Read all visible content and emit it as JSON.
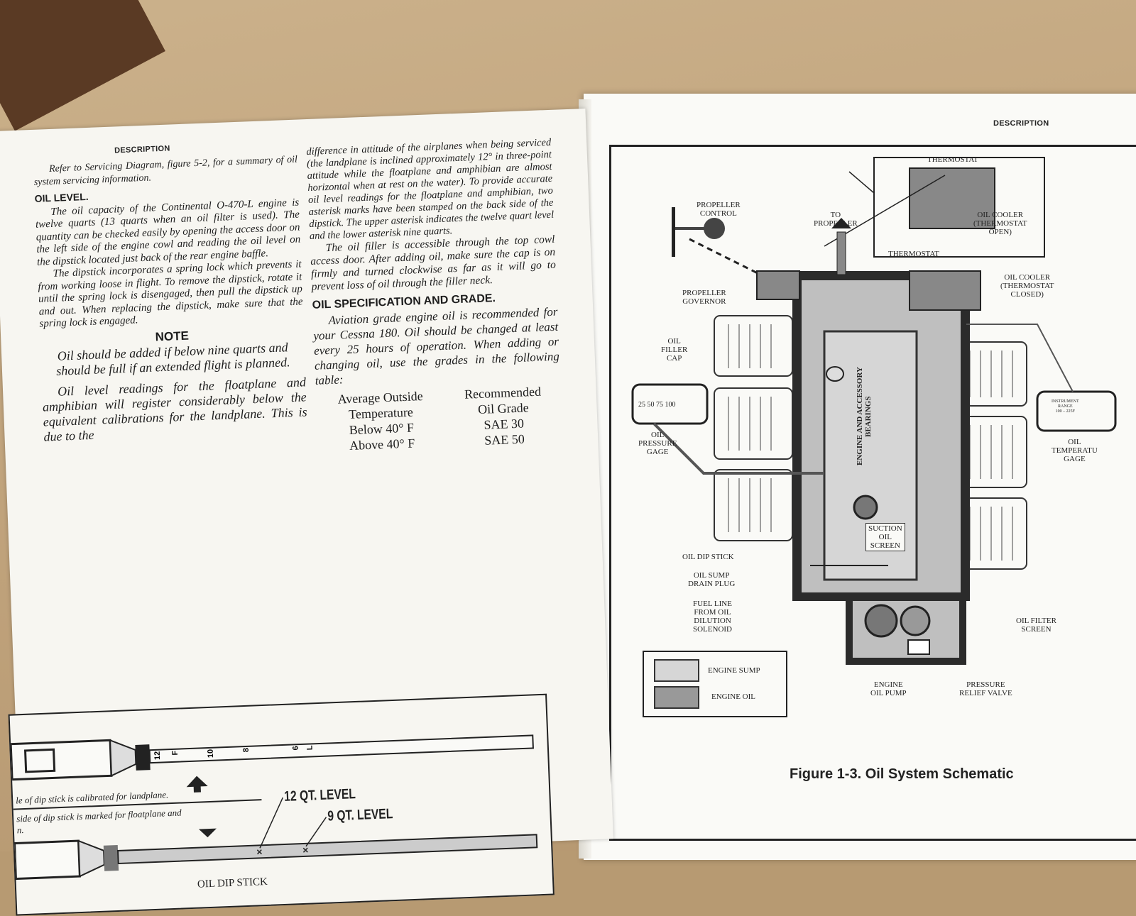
{
  "left_page": {
    "header": "DESCRIPTION",
    "col1": {
      "intro": "Refer to Servicing Diagram, figure 5-2, for a summary of oil system servicing information.",
      "oil_level_heading": "OIL LEVEL.",
      "p1": "The oil capacity of the Continental O-470-L engine is twelve quarts (13 quarts when an oil filter is used). The quantity can be checked easily by opening the access door on the left side of the engine cowl and reading the oil level on the dipstick located just back of the rear engine baffle.",
      "p2": "The dipstick incorporates a spring lock which prevents it from working loose in flight. To remove the dipstick, rotate it until the spring lock is disengaged, then pull the dipstick up and out. When replacing the dipstick, make sure that the spring lock is engaged.",
      "note_heading": "NOTE",
      "note_body": "Oil should be added if below nine quarts and should be full if an extended flight is planned.",
      "p3": "Oil level readings for the floatplane and amphibian will register considerably below the equivalent calibrations for the landplane. This is due to the"
    },
    "col2": {
      "p1": "difference in attitude of the airplanes when being serviced (the landplane is inclined approximately 12° in three-point attitude while the floatplane and amphibian are almost horizontal when at rest on the water). To provide accurate oil level readings for the floatplane and amphibian, two asterisk marks have been stamped on the back side of the dipstick. The upper asterisk indicates the twelve quart level and the lower asterisk nine quarts.",
      "p2": "The oil filler is accessible through the top cowl access door. After adding oil, make sure the cap is on firmly and turned clockwise as far as it will go to prevent loss of oil through the filler neck.",
      "spec_heading": "OIL SPECIFICATION AND GRADE.",
      "p3": "Aviation grade engine oil is recommended for your Cessna 180. Oil should be changed at least every 25 hours of operation. When adding or changing oil, use the grades in the following table:",
      "table": {
        "col1_header_1": "Average Outside",
        "col1_header_2": "Temperature",
        "col2_header_1": "Recommended",
        "col2_header_2": "Oil Grade",
        "rows": [
          {
            "temp": "Below 40° F",
            "grade": "SAE 30"
          },
          {
            "temp": "Above 40° F",
            "grade": "SAE 50"
          }
        ]
      }
    },
    "dipstick_figure": {
      "top_marks": [
        "12",
        "F",
        "10",
        "8",
        "6",
        "L"
      ],
      "caption_upper": "le of dip stick is calibrated for landplane.",
      "caption_lower_1": "side of dip stick is marked for floatplane and",
      "caption_lower_2": "n.",
      "level_12": "12 QT. LEVEL",
      "level_9": "9 QT. LEVEL",
      "title": "OIL DIP STICK"
    }
  },
  "right_page": {
    "header": "DESCRIPTION",
    "labels": {
      "thermostat_top": "THERMOSTAT",
      "propeller_control": "PROPELLER\nCONTROL",
      "to_propeller": "TO\nPROPELLER",
      "oil_cooler_open": "OIL COOLER\n(THERMOSTAT\nOPEN)",
      "thermostat_mid": "THERMOSTAT",
      "oil_cooler_closed": "OIL COOLER\n(THERMOSTAT\nCLOSED)",
      "propeller_governor": "PROPELLER\nGOVERNOR",
      "oil_filler_cap": "OIL\nFILLER\nCAP",
      "pressure_gage_scale": "25  50  75  100",
      "oil_pressure_gage": "OIL\nPRESSURE\nGAGE",
      "engine_bearings": "ENGINE AND ACCESSORY BEARINGS",
      "instrument_range": "INSTRUMENT\nRANGE\n100 – 225F",
      "oil_temperature_gage": "OIL\nTEMPERATU\nGAGE",
      "suction_oil_screen": "SUCTION\nOIL\nSCREEN",
      "oil_dip_stick": "OIL DIP STICK",
      "oil_sump_drain_plug": "OIL SUMP\nDRAIN PLUG",
      "fuel_line": "FUEL LINE\nFROM OIL\nDILUTION\nSOLENOID",
      "oil_filter_screen": "OIL FILTER\nSCREEN",
      "engine_oil_pump": "ENGINE\nOIL PUMP",
      "pressure_relief_valve": "PRESSURE\nRELIEF VALVE"
    },
    "legend": {
      "sump": "ENGINE SUMP",
      "oil": "ENGINE OIL"
    },
    "figure_caption": "Figure 1-3.  Oil System Schematic"
  }
}
